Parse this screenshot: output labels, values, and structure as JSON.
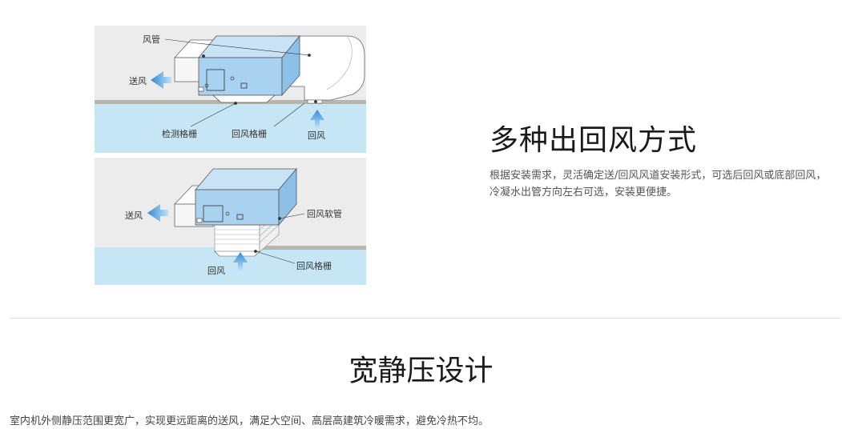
{
  "diagram_top": {
    "labels": {
      "duct": "风管",
      "supply": "送风",
      "inspection_grille": "检测格栅",
      "return_grille": "回风格栅",
      "return_air": "回风"
    }
  },
  "diagram_bottom": {
    "labels": {
      "supply": "送风",
      "return_hose": "回风软管",
      "return_air": "回风",
      "return_grille": "回风格栅"
    }
  },
  "feature": {
    "title": "多种出回风方式",
    "description": "根据安装需求，灵活确定送/回风风道安装形式，可选后回风或底部回风，冷凝水出管方向左右可选，安装更便捷。"
  },
  "section": {
    "title": "宽静压设计",
    "description": "室内机外侧静压范围更宽广，实现更远距离的送风，满足大空间、高层高建筑冷暖需求，避免冷热不均。"
  },
  "colors": {
    "room_blue": "#c6e6f5",
    "ceiling_gray": "#ececec",
    "unit_blue": "#a9d2f1",
    "arrow_blue": "#4aa3e0"
  }
}
